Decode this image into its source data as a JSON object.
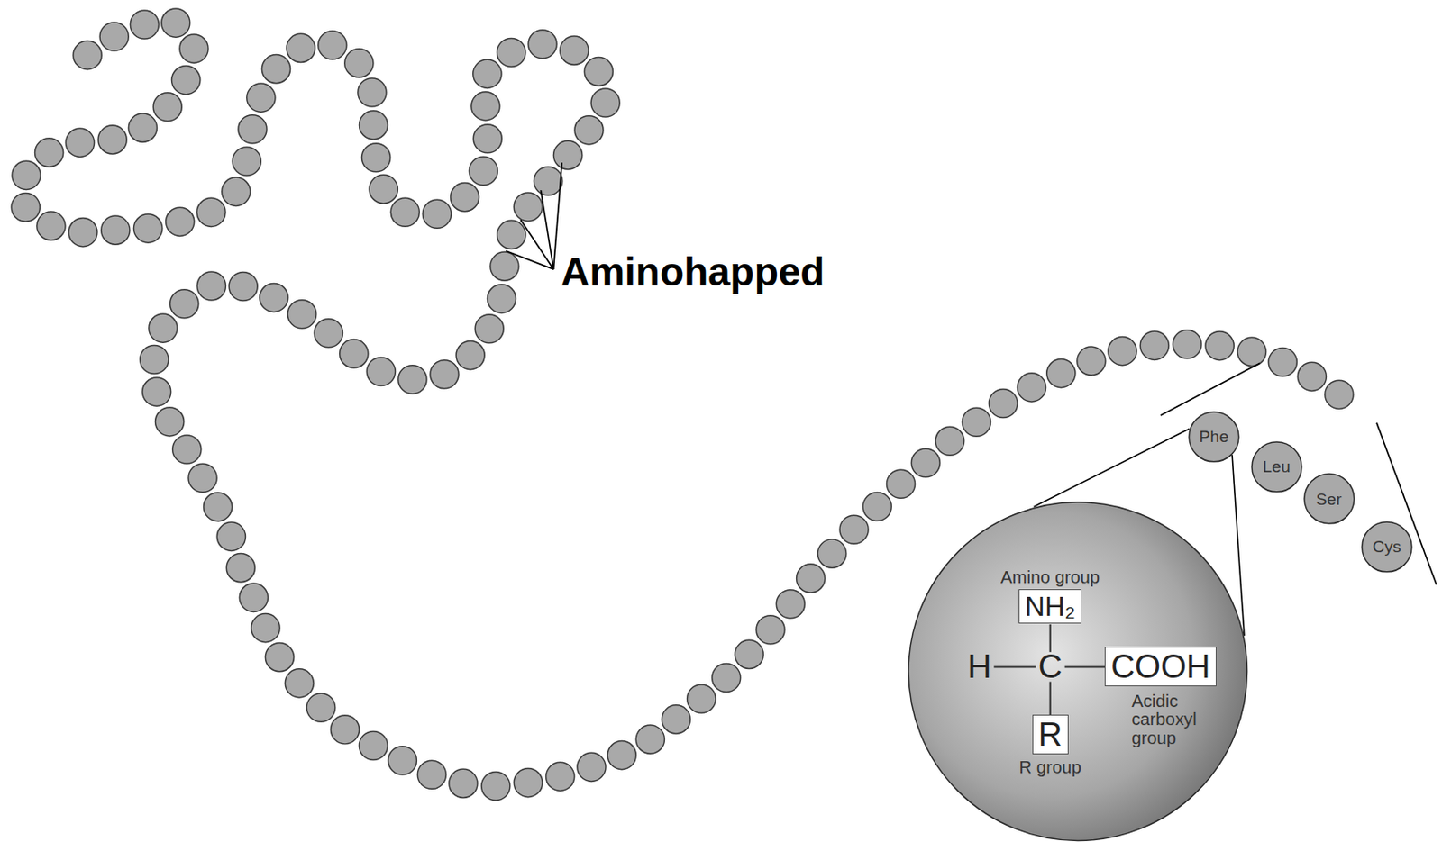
{
  "diagram": {
    "nodes": [
      {
        "text": [
          "Phe"
        ]
      },
      {
        "text": [
          "Leu"
        ]
      },
      {
        "text": [
          "Ser"
        ]
      },
      {
        "text": [
          "Cys"
        ]
      },
      {
        "text": [
          "H",
          "C"
        ]
      },
      {
        "text": [
          "Amino group",
          "NH₂"
        ],
        "in": 4
      },
      {
        "text": [
          "COOH",
          "Acidic carboxyl group"
        ],
        "in": 4
      },
      {
        "text": [
          "R",
          "R group"
        ],
        "in": 4
      }
    ],
    "edges": [
      {
        "from": 0,
        "to": 4,
        "arrow": "none"
      },
      {
        "from": 0,
        "to": 4,
        "arrow": "none"
      }
    ],
    "labels": [
      "Aminohapped"
    ]
  }
}
